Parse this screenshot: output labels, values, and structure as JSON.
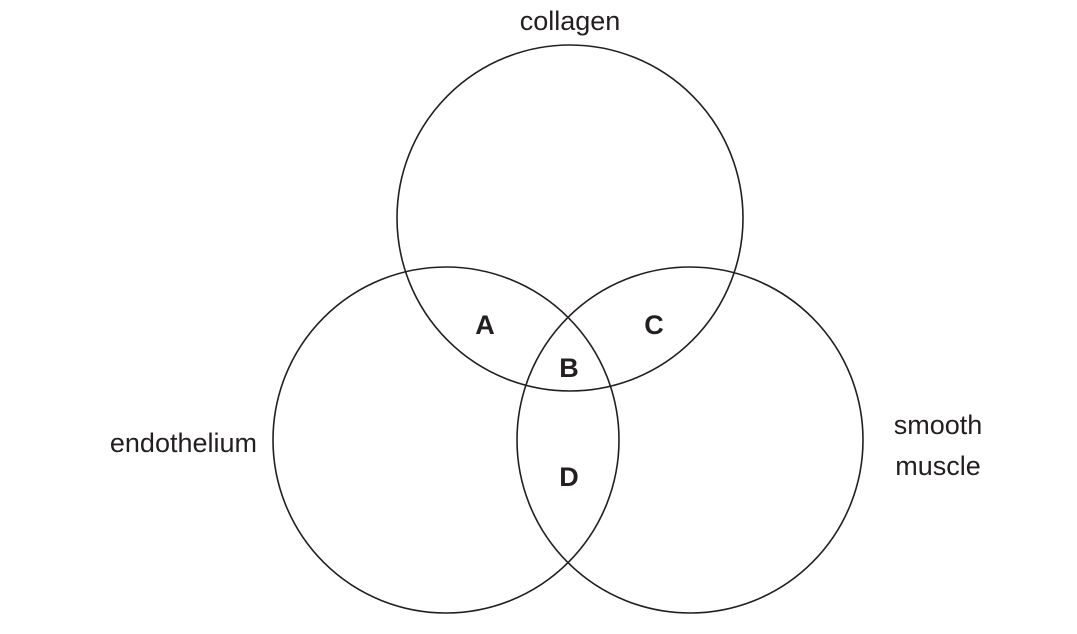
{
  "sets": {
    "top_label": "collagen",
    "left_label": "endothelium",
    "right_label_line1": "smooth",
    "right_label_line2": "muscle"
  },
  "regions": {
    "a": "A",
    "b": "B",
    "c": "C",
    "d": "D"
  },
  "colors": {
    "stroke": "#231f20",
    "text": "#231f20",
    "background": "#ffffff"
  }
}
